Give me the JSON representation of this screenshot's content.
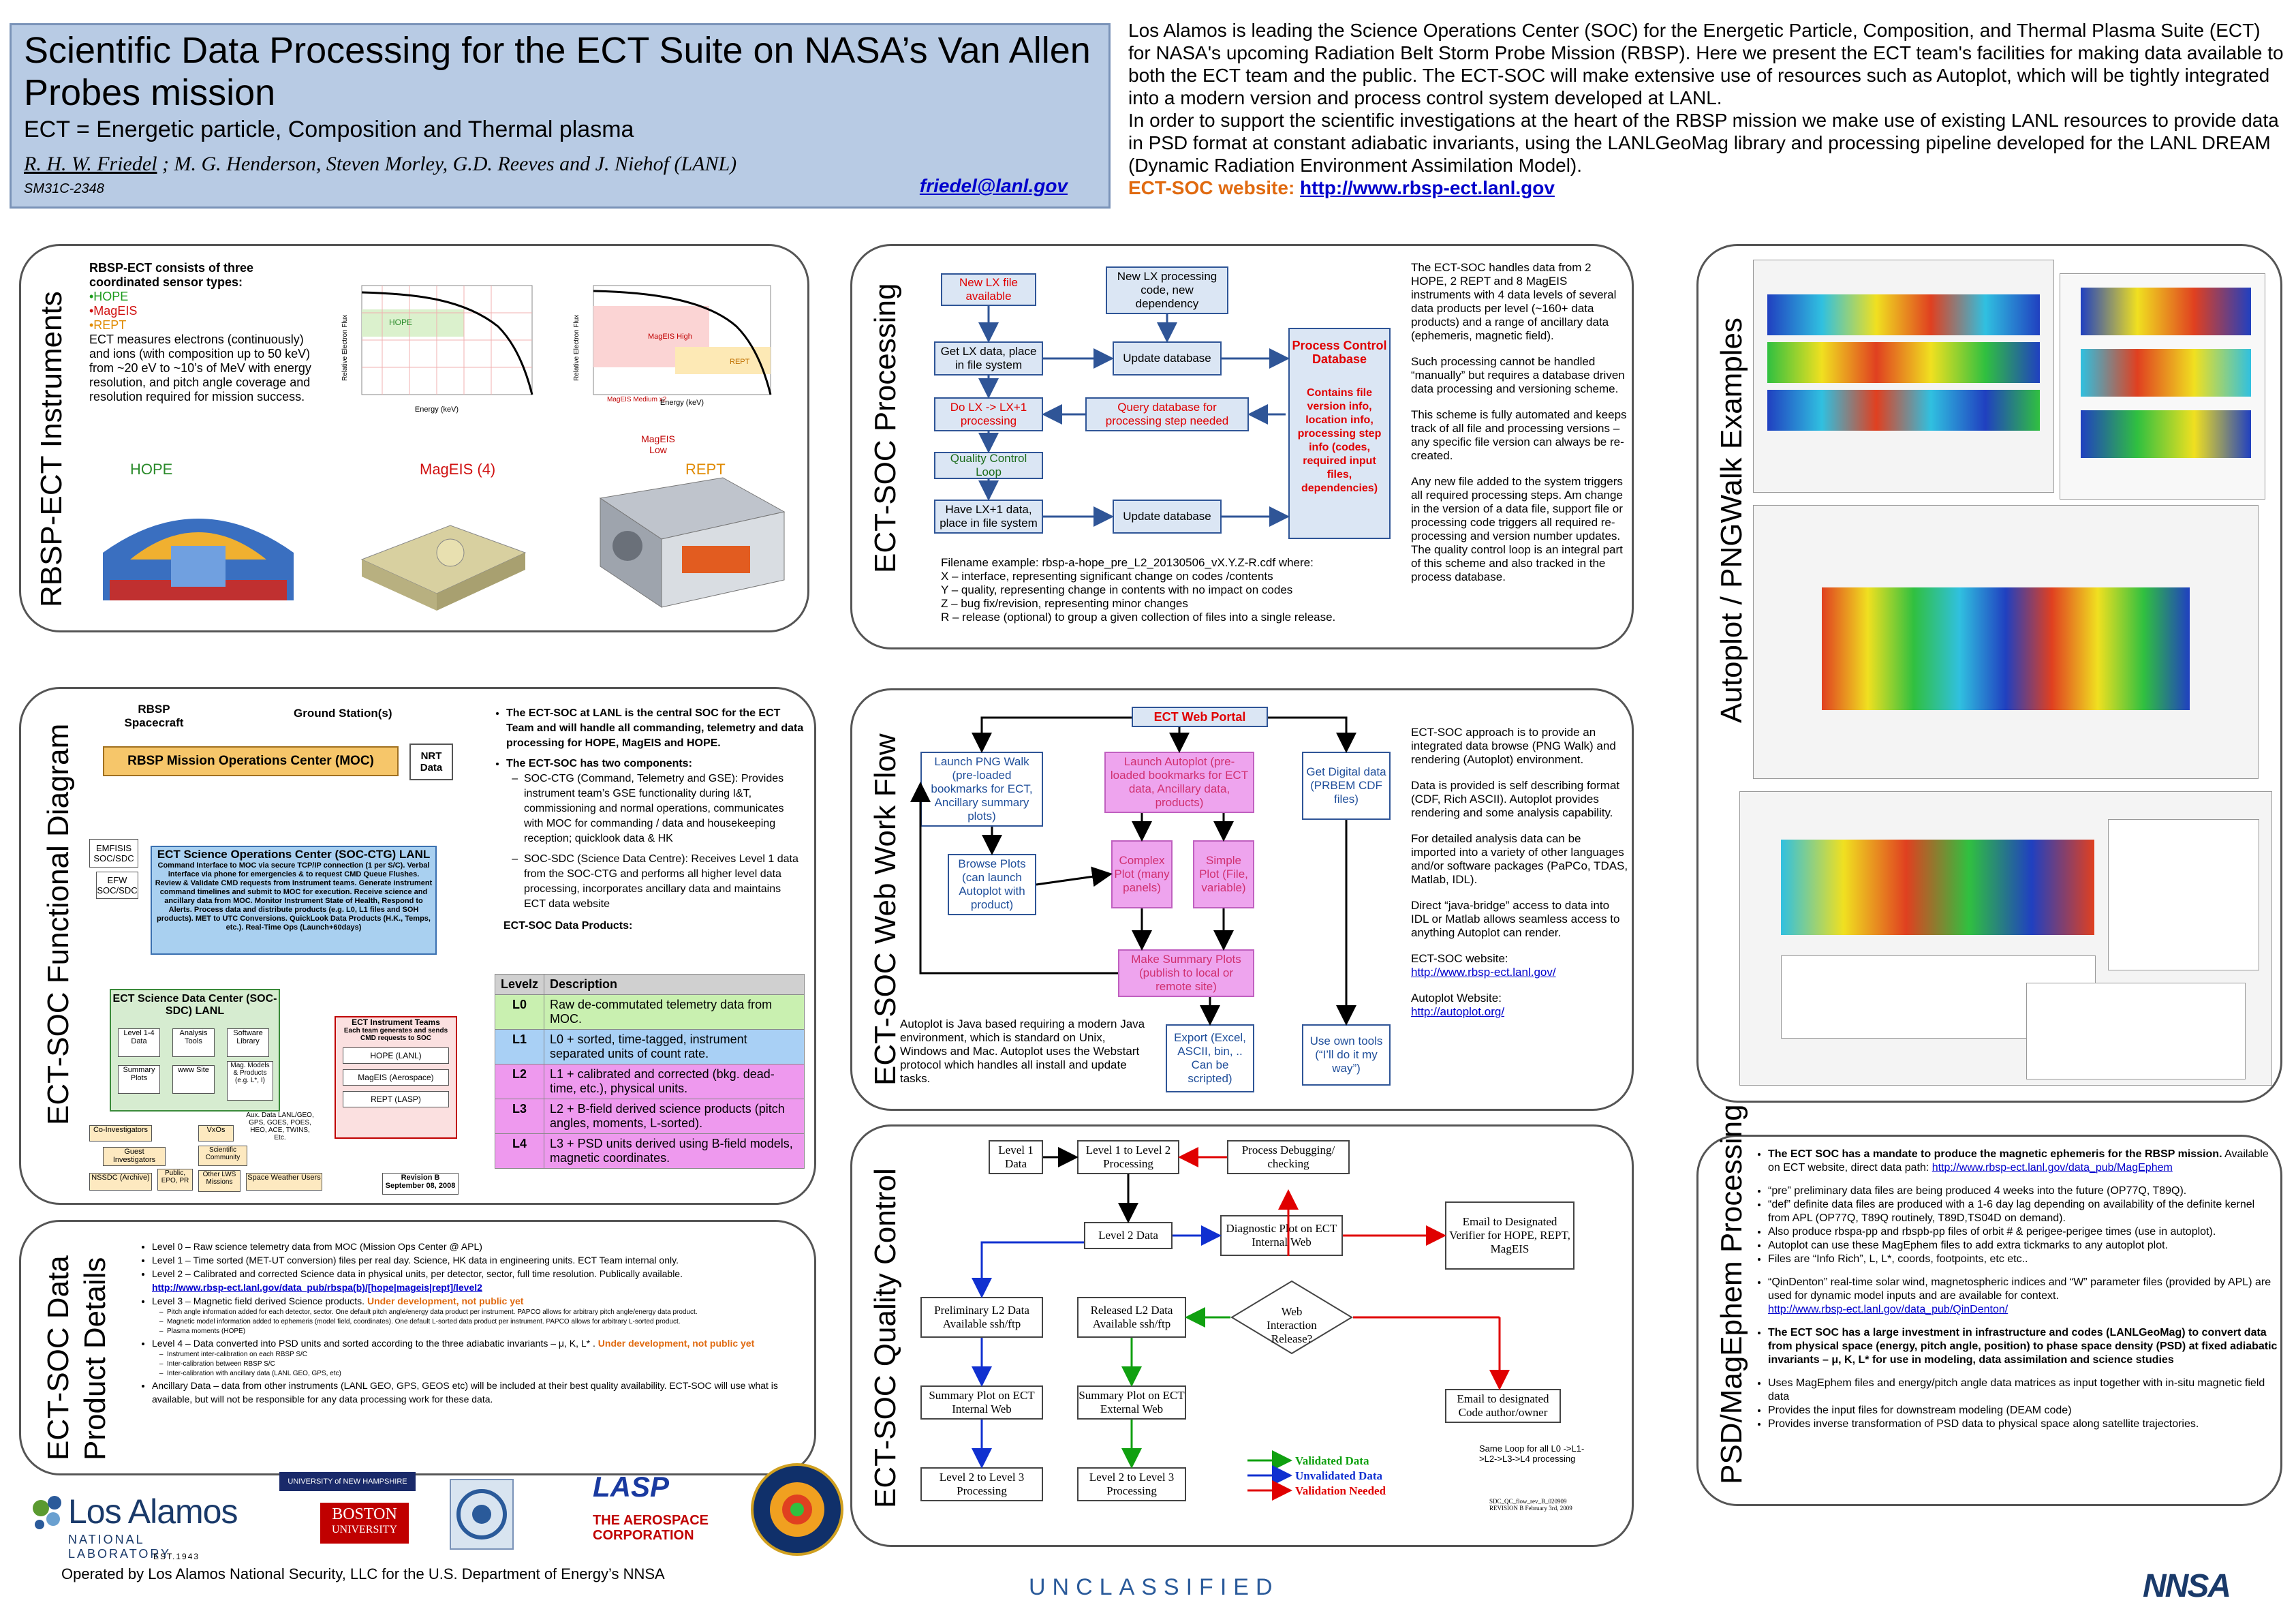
{
  "header": {
    "title": "Scientific Data Processing for the ECT Suite on NASA’s Van Allen Probes mission",
    "subtitle": "ECT = Energetic particle, Composition and Thermal plasma",
    "authors_lead": "R. H. W. Friedel",
    "authors_rest": " ; M. G. Henderson, Steven Morley, G.D. Reeves and J. Niehof (LANL)",
    "poster_id": "SM31C-2348",
    "email": "friedel@lanl.gov"
  },
  "intro": {
    "p1": "Los Alamos is leading the Science Operations Center (SOC) for the Energetic Particle, Composition, and Thermal Plasma Suite (ECT) for NASA's upcoming Radiation Belt Storm Probe Mission (RBSP). Here we present the ECT team's facilities for making data available to both the ECT team and the public. The ECT-SOC will make extensive use of resources such as Autoplot, which will be tightly integrated into a modern version and process control system developed at LANL.",
    "p2": "In order to support the scientific investigations at the heart of the RBSP mission we make use of existing LANL resources to provide data in PSD format at constant adiabatic invariants, using the LANLGeoMag library and processing pipeline developed for the LANL DREAM (Dynamic Radiation Environment Assimilation Model).",
    "site_label": "ECT-SOC website: ",
    "site_url": "http://www.rbsp-ect.lanl.gov"
  },
  "instruments": {
    "label": "RBSP-ECT Instruments",
    "intro": "RBSP-ECT consists of three coordinated sensor types:",
    "hope": "•HOPE",
    "mageis": "•MagEIS",
    "rept": "•REPT",
    "desc": "ECT measures electrons (continuously) and ions (with composition up to 50 keV) from ~20 eV to ~10’s of MeV with energy resolution, and pitch angle coverage and resolution required for mission success.",
    "cap_hope": "HOPE",
    "cap_mageis": "MagEIS (4)",
    "cap_rept": "REPT",
    "chart1_ylabel": "Relative Electron Flux",
    "chart1_xlabel": "Energy (keV)",
    "chart1_band": "HOPE",
    "chart2_ylabel": "Relative Electron Flux",
    "chart2_xlabel": "Energy (keV)",
    "chart2_high": "MagEIS High",
    "chart2_med": "MagEIS Medium x2",
    "chart2_low": "MagEIS Low",
    "chart2_rept": "REPT"
  },
  "processing": {
    "label": "ECT-SOC Processing",
    "b_new_lx": "New LX file available",
    "b_get_lx": "Get LX data, place in file system",
    "b_do_lx": "Do LX -> LX+1 processing",
    "b_qc_loop": "Quality Control Loop",
    "b_have_lx": "Have LX+1 data, place in file system",
    "b_new_proc": "New LX processing code, new dependency",
    "b_update_db1": "Update database",
    "b_query_db": "Query database for processing step needed",
    "b_update_db2": "Update database",
    "b_pcd_title": "Process Control Database",
    "b_pcd_desc": "Contains file version info, location info, processing step info (codes, required input files, dependencies)",
    "fn_example": "Filename example: rbsp-a-hope_pre_L2_20130506_vX.Y.Z-R.cdf     where:",
    "fn_x": "X – interface, representing significant change on codes /contents",
    "fn_y": "Y – quality, representing change in contents with no impact on codes",
    "fn_z": "Z – bug fix/revision, representing minor changes",
    "fn_r": "R – release (optional) to group a given collection of files into a single release.",
    "text1": "The ECT-SOC handles data from 2 HOPE, 2 REPT and 8 MagEIS instruments with 4 data levels of several data products per level (~160+ data products) and a range of ancillary data (ephemeris, magnetic field).",
    "text2": "Such processing cannot be handled “manually” but requires a database driven data processing and versioning scheme.",
    "text3": "This scheme is fully automated and keeps track of all file and processing versions – any specific file version can always be re-created.",
    "text4": "Any new file added to the system triggers all required processing steps. Am change in the version of a data file, support file or processing code triggers all required re-processing and version number updates.",
    "text5": "The quality control loop is an integral part of this scheme and also tracked in the process database."
  },
  "autoplot_examples": {
    "label": "Autoplot / PNGWalk Examples"
  },
  "functional": {
    "label": "ECT-SOC Functional Diagram",
    "spacecraft": "RBSP Spacecraft",
    "ground": "Ground Station(s)",
    "moc": "RBSP Mission Operations Center (MOC)",
    "nrt": "NRT Data",
    "emfisis": "EMFISIS SOC/SDC",
    "efw": "EFW SOC/SDC",
    "ctg_title": "ECT Science Operations Center (SOC-CTG) LANL",
    "ctg_body": "Command Interface to MOC via secure TCP/IP connection (1 per S/C). Verbal interface via phone for emergencies & to request CMD Queue Flushes. Review & Validate CMD requests from Instrument teams. Generate instrument command timelines and submit to MOC for execution. Receive science and ancillary data from MOC. Monitor Instrument State of Health, Respond to Alerts. Process data and distribute products (e.g. L0, L1 files and SOH products). MET to UTC Conversions. QuickLook Data Products (H.K., Temps, etc.). Real-Time Ops (Launch+60days)",
    "sdc_title": "ECT Science Data Center (SOC-SDC) LANL",
    "sdc_l14": "Level 1-4 Data",
    "sdc_analysis": "Analysis Tools",
    "sdc_software": "Software Library",
    "sdc_summary": "Summary Plots",
    "sdc_www": "www Site",
    "sdc_mag": "Mag. Models & Products (e.g. L*, I)",
    "teams_title": "ECT Instrument Teams",
    "teams_desc": "Each team generates and sends CMD requests to SOC",
    "hope_lanl": "HOPE (LANL)",
    "mageis_aero": "MagEIS (Aerospace)",
    "rept_lasp": "REPT (LASP)",
    "co_inv": "Co-Investigators",
    "guest": "Guest Investigators",
    "nssdc": "NSSDC (Archive)",
    "public": "Public, EPO, PR",
    "other": "Other LWS Missions",
    "vxos": "VxOs",
    "sci_comm": "Scientific Community",
    "swx": "Space Weather Users",
    "aux": "Aux. Data LANL/GEO, GPS, GOES, POES, HEO, ACE, TWINS, Etc.",
    "revision": "Revision B September 08, 2008",
    "b1": "The ECT-SOC at LANL is the central SOC for the ECT Team and will handle all commanding, telemetry and data processing for HOPE, MagEIS and HOPE.",
    "b2": "The ECT-SOC has two components:",
    "b2a": "SOC-CTG (Command, Telemetry and GSE): Provides instrument team’s GSE functionality during I&T, commissioning and normal operations, communicates with MOC for commanding / data     and housekeeping reception; quicklook data & HK",
    "b2b": "SOC-SDC (Science Data Centre): Receives Level 1 data from the SOC-CTG and performs all higher level data processing, incorporates ancillary data and maintains ECT data website",
    "products_title": "ECT-SOC Data Products:",
    "lv_head_l": "Levelz",
    "lv_head_d": "Description",
    "levels": [
      {
        "l": "L0",
        "d": "Raw de-commutated telemetry data from MOC."
      },
      {
        "l": "L1",
        "d": "L0 + sorted, time-tagged, instrument separated units of count rate."
      },
      {
        "l": "L2",
        "d": "L1 + calibrated and corrected (bkg. dead-time, etc.), physical units."
      },
      {
        "l": "L3",
        "d": "L2 + B-field derived science products (pitch angles, moments, L-sorted)."
      },
      {
        "l": "L4",
        "d": "L3 + PSD units derived using B-field models, magnetic coordinates."
      }
    ]
  },
  "webflow": {
    "label": "ECT-SOC Web Work Flow",
    "portal": "ECT Web Portal",
    "png": "Launch PNG Walk (pre-loaded bookmarks for ECT, Ancillary summary plots)",
    "browse": "Browse Plots (can launch Autoplot with product)",
    "autoplot": "Launch Autoplot (pre-loaded bookmarks for ECT data, Ancillary data, products)",
    "complex": "Complex Plot (many panels)",
    "simple": "Simple Plot (File, variable)",
    "make_summary": "Make Summary Plots (publish to local or remote site)",
    "export": "Export (Excel, ASCII, bin, .. Can be scripted)",
    "digital": "Get Digital data (PRBEM CDF files)",
    "own_tools": "Use own tools (“I’ll do it my way”)",
    "note": "Autoplot is Java based requiring a modern Java environment, which is standard on Unix, Windows and Mac. Autoplot uses the Webstart protocol which handles all install and update tasks.",
    "t1": "ECT-SOC approach is to provide an integrated data browse (PNG Walk) and rendering (Autoplot) environment.",
    "t2": "Data is provided is self describing format (CDF, Rich ASCII). Autoplot provides rendering and some analysis capability.",
    "t3": "For detailed analysis data can be imported into a variety of other languages and/or software packages (PaPCo, TDAS, Matlab, IDL).",
    "t4": "Direct “java-bridge” access to data into IDL or Matlab allows seamless access to anything Autoplot can render.",
    "t5": "ECT-SOC website:",
    "t5url": "http://www.rbsp-ect.lanl.gov/",
    "t6": "Autoplot Website:",
    "t6url": "http://autoplot.org/"
  },
  "product_details": {
    "label1": "ECT-SOC Data",
    "label2": "Product Details",
    "l0": "Level 0 – Raw science telemetry data from MOC (Mission Ops Center @ APL)",
    "l1": "Level 1 – Time sorted (MET-UT conversion) files per real day. Science, HK data in engineering units.  ECT Team internal only.",
    "l2": "Level 2 – Calibrated and corrected Science data in physical units, per detector, sector, full time resolution. Publically available.",
    "l2url": "http://www.rbsp-ect.lanl.gov/data_pub/rbspa(b)/[hope|mageis|rept]/level2",
    "l3": "Level 3 – Magnetic field derived Science products. ",
    "l3warn": "Under development, not public yet",
    "l3a": "Pitch angle information added for each detector, sector. One default pitch angle/energy data product per instrument. PAPCO allows for arbitrary pitch angle/energy data product.",
    "l3b": "Magnetic model information added to ephemeris (model field, coordinates). One default L-sorted data product per instrument. PAPCO allows for arbitrary L-sorted product.",
    "l3c": "Plasma moments (HOPE)",
    "l4": "Level 4 – Data converted into PSD units and sorted according to the three adiabatic invariants – μ, K, L* . ",
    "l4warn": "Under development, not public yet",
    "l4a": "Instrument inter-calibration on each RBSP S/C",
    "l4b": "Inter-calibration between RBSP S/C",
    "l4c": "Inter-calibration with ancillary data (LANL GEO, GPS, etc)",
    "anc": "Ancillary Data – data from other instruments (LANL GEO, GPS, GEOS etc) will be included at their best quality availability. ECT-SOC will use what is available, but will not be responsible for any data processing work for these data."
  },
  "qc": {
    "label": "ECT-SOC Quality Control",
    "level1": "Level 1 Data",
    "l1to2": "Level 1 to Level 2 Processing",
    "debug": "Process Debugging/ checking",
    "level2": "Level 2 Data",
    "diag": "Diagnostic Plot on ECT Internal Web",
    "email_verifier": "Email to Designated Verifier for HOPE, REPT, MagEIS",
    "prelim": "Preliminary L2 Data Available ssh/ftp",
    "released": "Released L2 Data Available ssh/ftp",
    "web_inter": "Web Interaction Release?",
    "summ_int": "Summary Plot on ECT Internal Web",
    "summ_ext": "Summary Plot on ECT External Web",
    "email_author": "Email to designated Code author/owner",
    "l2to3a": "Level 2 to Level 3 Processing",
    "l2to3b": "Level 2 to Level 3 Processing",
    "legend_valid": "Validated Data",
    "legend_unvalid": "Unvalidated Data",
    "legend_needed": "Validation Needed",
    "same_loop": "Same Loop for all L0 ->L1->L2->L3->L4 processing",
    "doc_id": "SDC_QC_flow_rev_B_020909 REVISION B February 3rd, 2009"
  },
  "psd": {
    "label": "PSD/MagEphem Processing",
    "p1": "The ECT SOC has a mandate to produce the magnetic ephemeris for the RBSP mission.",
    "p1b": " Available on ECT website, direct data path: ",
    "p1url": "http://www.rbsp-ect.lanl.gov/data_pub/MagEphem",
    "p2": "“pre” preliminary data files are being produced 4 weeks into the future (OP77Q, T89Q).",
    "p3": "“def” definite data files  are produced with a 1-6 day lag depending on availability of the definite kernel from APL (OP77Q, T89Q routinely, T89D,TS04D on demand).",
    "p4": "Also produce rbspa-pp and rbspb-pp files of orbit # & perigee-perigee times (use in autoplot).",
    "p5": "Autoplot can use these MagEphem files to add extra tickmarks to any autoplot plot.",
    "p6": "Files are “Info Rich”, L, L*, coords, footpoints, etc etc..",
    "p7": "“QinDenton” real-time solar wind, magnetospheric indices and “W” parameter files (provided by APL) are used for dynamic model inputs and are available for context.",
    "p7url": "http://www.rbsp-ect.lanl.gov/data_pub/QinDenton/",
    "p8": "The ECT SOC has a large investment in infrastructure and codes (LANLGeoMag) to convert data from physical space (energy, pitch angle, position) to phase space density (PSD) at fixed adiabatic invariants – μ, K, L* for use in modeling, data assimilation and science studies",
    "p9": "Uses MagEphem files and energy/pitch angle data matrices as input together with in-situ magnetic field data",
    "p10": "Provides the input files for downstream modeling (DEAM code)",
    "p11": "Provides inverse transformation of PSD data to physical space along satellite trajectories."
  },
  "footer": {
    "lanl": "Los Alamos",
    "lanl_sub": "NATIONAL LABORATORY",
    "est": "EST.1943",
    "unh": "UNIVERSITY of NEW HAMPSHIRE",
    "bu1": "BOSTON",
    "bu2": "UNIVERSITY",
    "lasp": "LASP",
    "aero1": "THE AEROSPACE",
    "aero2": "CORPORATION",
    "operated": "Operated by Los Alamos National Security, LLC for the U.S. Department of Energy’s NNSA",
    "unclassified": "UNCLASSIFIED",
    "nnsa": "NNSA"
  },
  "colors": {
    "title_bg": "#b8cbe4",
    "accent_orange": "#e06a10",
    "link_blue": "#0000cc",
    "box_fill": "#dbe6f4",
    "box_stroke": "#2f5597",
    "red": "#e00000"
  }
}
